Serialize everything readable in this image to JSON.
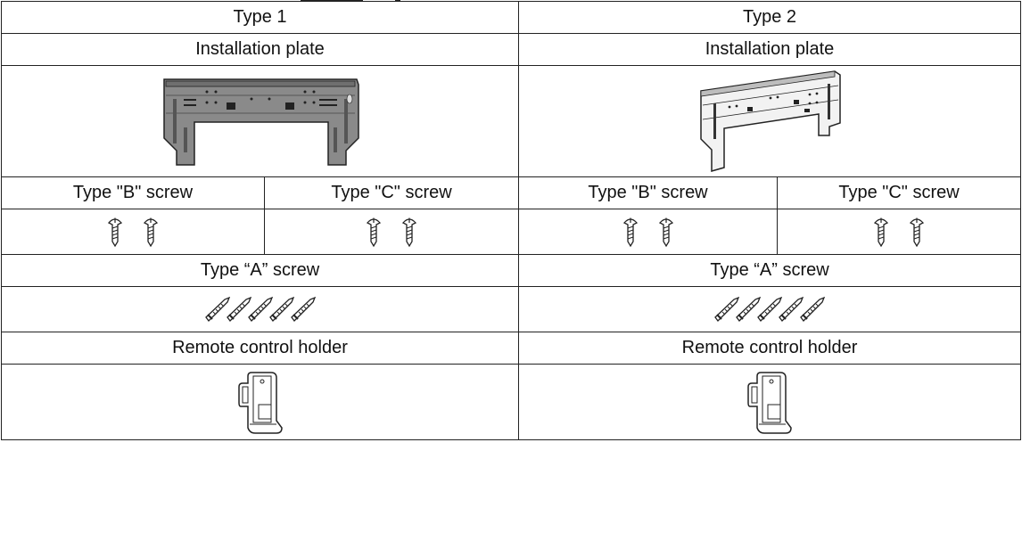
{
  "columns": [
    {
      "type_label": "Type 1",
      "plate_label": "Installation plate",
      "plate_icon": "installation-plate-front",
      "screw_b_label": "Type \"B\" screw",
      "screw_c_label": "Type \"C\" screw",
      "screw_b_count": 2,
      "screw_c_count": 2,
      "screw_a_label": "Type “A” screw",
      "screw_a_count": 5,
      "holder_label": "Remote control holder",
      "holder_icon": "remote-control-holder"
    },
    {
      "type_label": "Type 2",
      "plate_label": "Installation plate",
      "plate_icon": "installation-plate-perspective",
      "screw_b_label": "Type \"B\" screw",
      "screw_c_label": "Type \"C\" screw",
      "screw_b_count": 2,
      "screw_c_count": 2,
      "screw_a_label": "Type “A” screw",
      "screw_a_count": 5,
      "holder_label": "Remote control holder",
      "holder_icon": "remote-control-holder"
    }
  ],
  "colors": {
    "line": "#222222",
    "plate_fill": "#8a8a8a",
    "text": "#111111"
  }
}
